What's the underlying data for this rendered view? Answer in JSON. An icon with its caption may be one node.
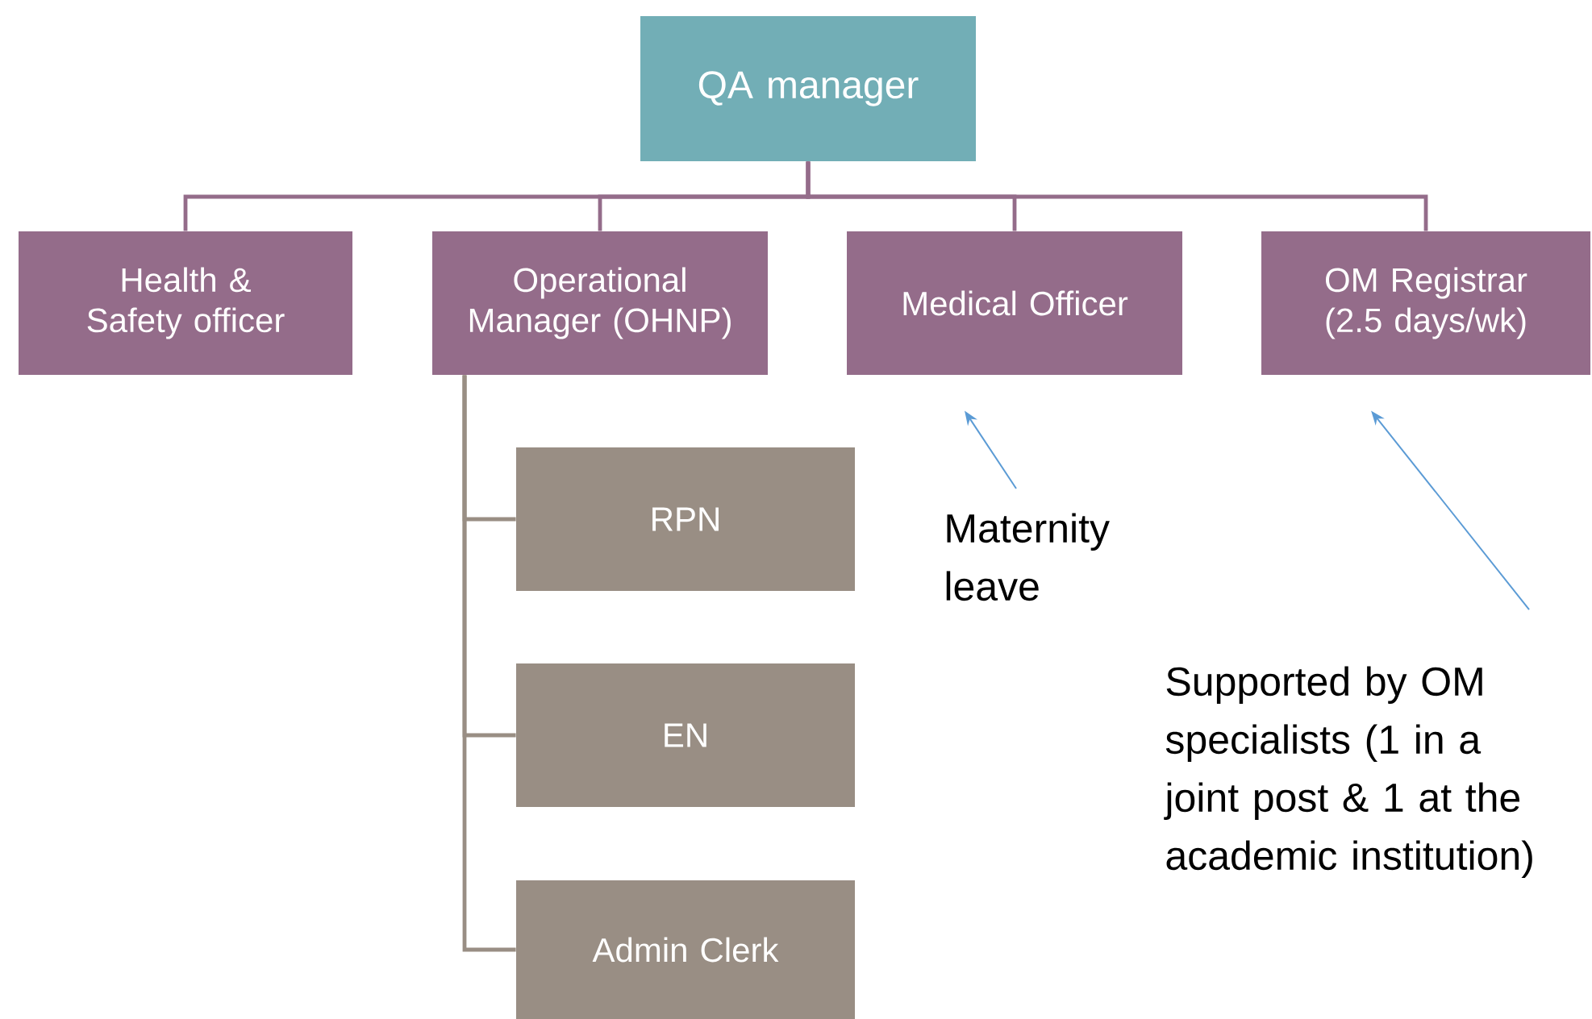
{
  "diagram": {
    "nodes": [
      {
        "text": [
          "QA manager"
        ]
      },
      {
        "text": [
          "Health & Safety officer"
        ]
      },
      {
        "text": [
          "Operational Manager (OHNP)"
        ]
      },
      {
        "text": [
          "Medical Officer"
        ]
      },
      {
        "text": [
          "OM Registrar (2.5 days/wk)"
        ]
      },
      {
        "text": [
          "RPN"
        ]
      },
      {
        "text": [
          "EN"
        ]
      },
      {
        "text": [
          "Admin Clerk"
        ]
      },
      {
        "text": [
          "Maternity leave"
        ]
      },
      {
        "text": [
          "Supported by OM specialists (1 in a joint post & 1 at the academic institution)"
        ]
      }
    ],
    "edges": [
      {
        "from": 0,
        "to": 1,
        "arrow": "none"
      },
      {
        "from": 0,
        "to": 2,
        "arrow": "none"
      },
      {
        "from": 0,
        "to": 3,
        "arrow": "none"
      },
      {
        "from": 0,
        "to": 4,
        "arrow": "none"
      },
      {
        "from": 2,
        "to": 5,
        "arrow": "none",
        "color": "#998e84"
      },
      {
        "from": 2,
        "to": 6,
        "arrow": "none",
        "color": "#998e84"
      },
      {
        "from": 2,
        "to": 7,
        "arrow": "none",
        "color": "#998e84"
      },
      {
        "from": 8,
        "to": 3,
        "arrow": "to",
        "color": "#5b9bd5"
      },
      {
        "from": 9,
        "to": 4,
        "arrow": "to",
        "color": "#5b9bd5"
      }
    ]
  }
}
